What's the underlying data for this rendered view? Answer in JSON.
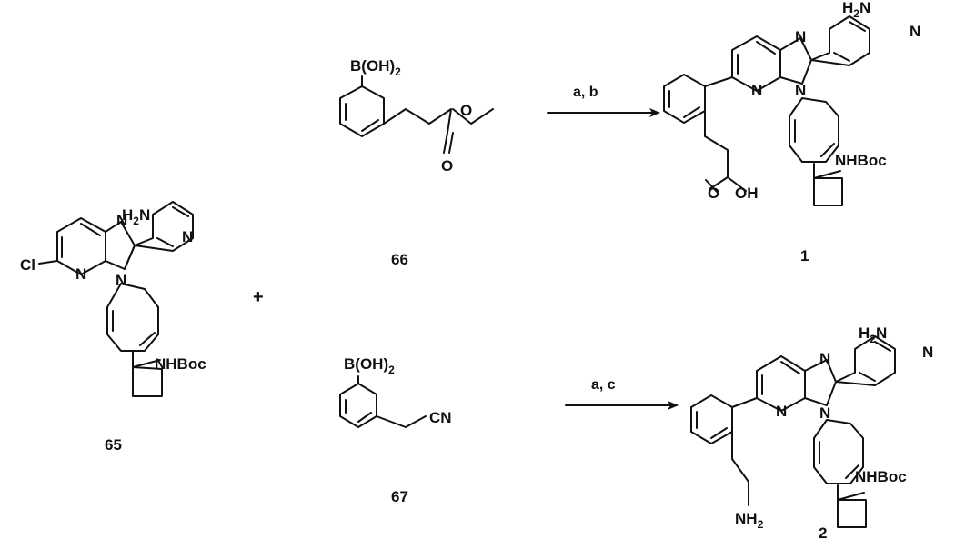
{
  "scheme": {
    "plus": "+",
    "compounds": {
      "c65": {
        "number": "65",
        "labels": {
          "cl": "Cl",
          "n_ring": "N",
          "n_imid": "N",
          "n_sub": "N",
          "nh2_h": "H",
          "nh2_2": "2",
          "nh2_n": "N",
          "n_pyr": "N",
          "nhboc": "NHBoc"
        }
      },
      "c66": {
        "number": "66",
        "labels": {
          "boh": "B(OH)",
          "boh_2": "2",
          "o_ester": "O",
          "o_keto": "O"
        }
      },
      "c67": {
        "number": "67",
        "labels": {
          "boh": "B(OH)",
          "boh_2": "2",
          "cn": "CN"
        }
      },
      "c1": {
        "number": "1",
        "labels": {
          "n_ring": "N",
          "n_imid": "N",
          "n_sub": "N",
          "nh2_h": "H",
          "nh2_2": "2",
          "nh2_n": "N",
          "n_pyr": "N",
          "nhboc": "NHBoc",
          "o": "O",
          "oh": "OH"
        }
      },
      "c2": {
        "number": "2",
        "labels": {
          "n_ring": "N",
          "n_imid": "N",
          "n_sub": "N",
          "nh2_h": "H",
          "nh2_2": "2",
          "nh2_n": "N",
          "n_pyr": "N",
          "nhboc": "NHBoc",
          "nh2b": "NH",
          "nh2b_2": "2"
        }
      }
    },
    "arrows": {
      "top": {
        "conditions": "a, b"
      },
      "bottom": {
        "conditions": "a, c"
      }
    }
  }
}
